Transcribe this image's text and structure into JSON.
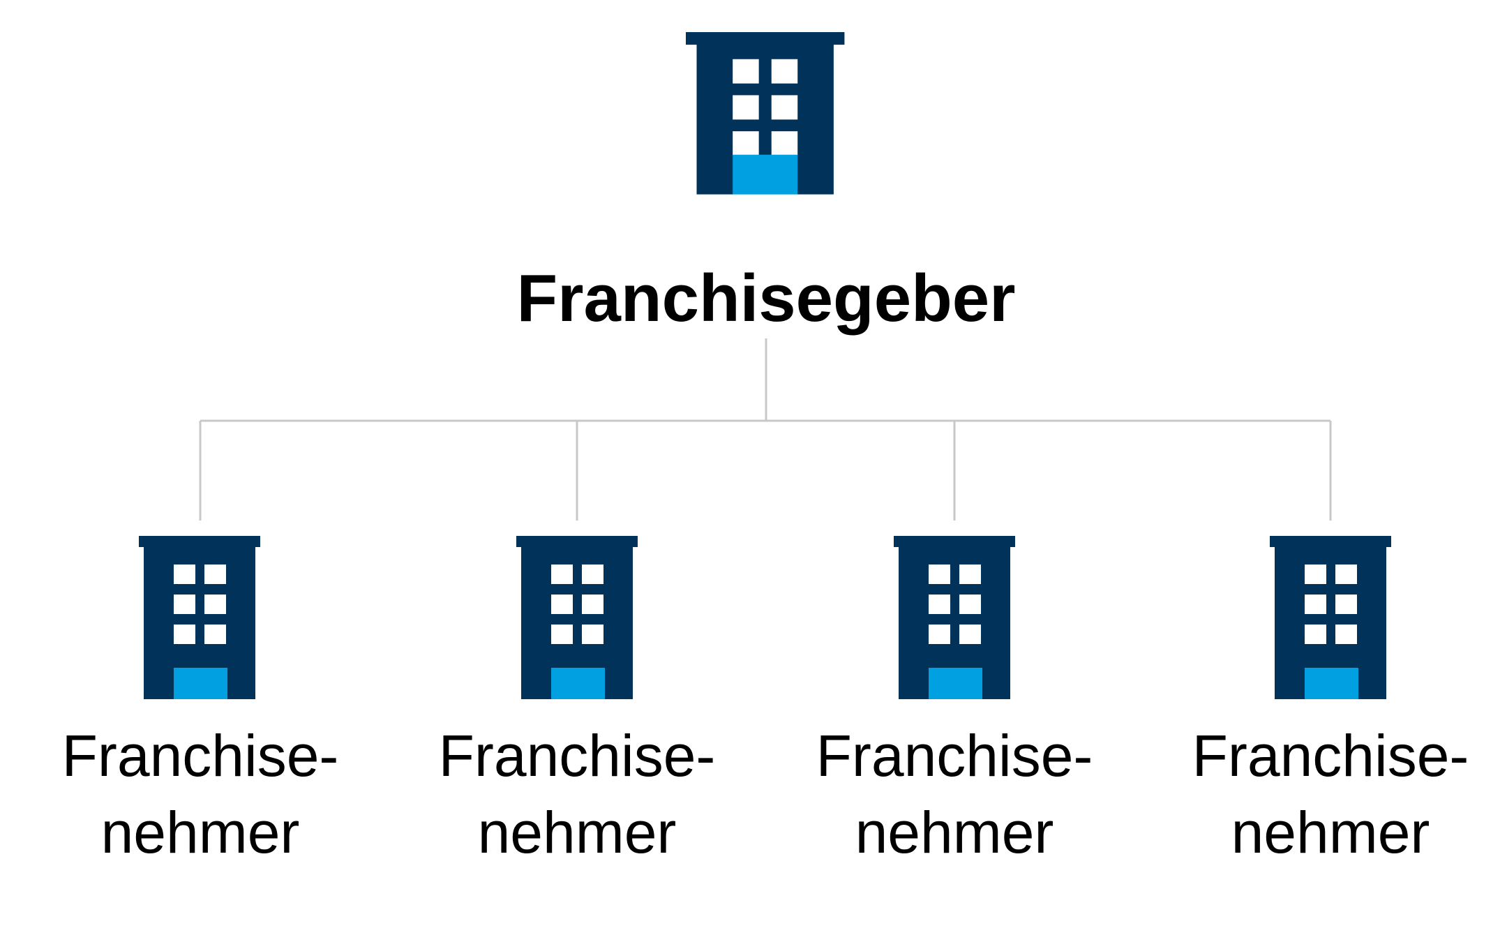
{
  "colors": {
    "building": "#00325a",
    "door": "#00a0e1",
    "window": "#ffffff",
    "connector": "#c8c8c8",
    "text": "#000000"
  },
  "root": {
    "label": "Franchisegeber",
    "icon": "building-icon"
  },
  "children": [
    {
      "label_line1": "Franchise-",
      "label_line2": "nehmer",
      "icon": "building-icon"
    },
    {
      "label_line1": "Franchise-",
      "label_line2": "nehmer",
      "icon": "building-icon"
    },
    {
      "label_line1": "Franchise-",
      "label_line2": "nehmer",
      "icon": "building-icon"
    },
    {
      "label_line1": "Franchise-",
      "label_line2": "nehmer",
      "icon": "building-icon"
    }
  ]
}
